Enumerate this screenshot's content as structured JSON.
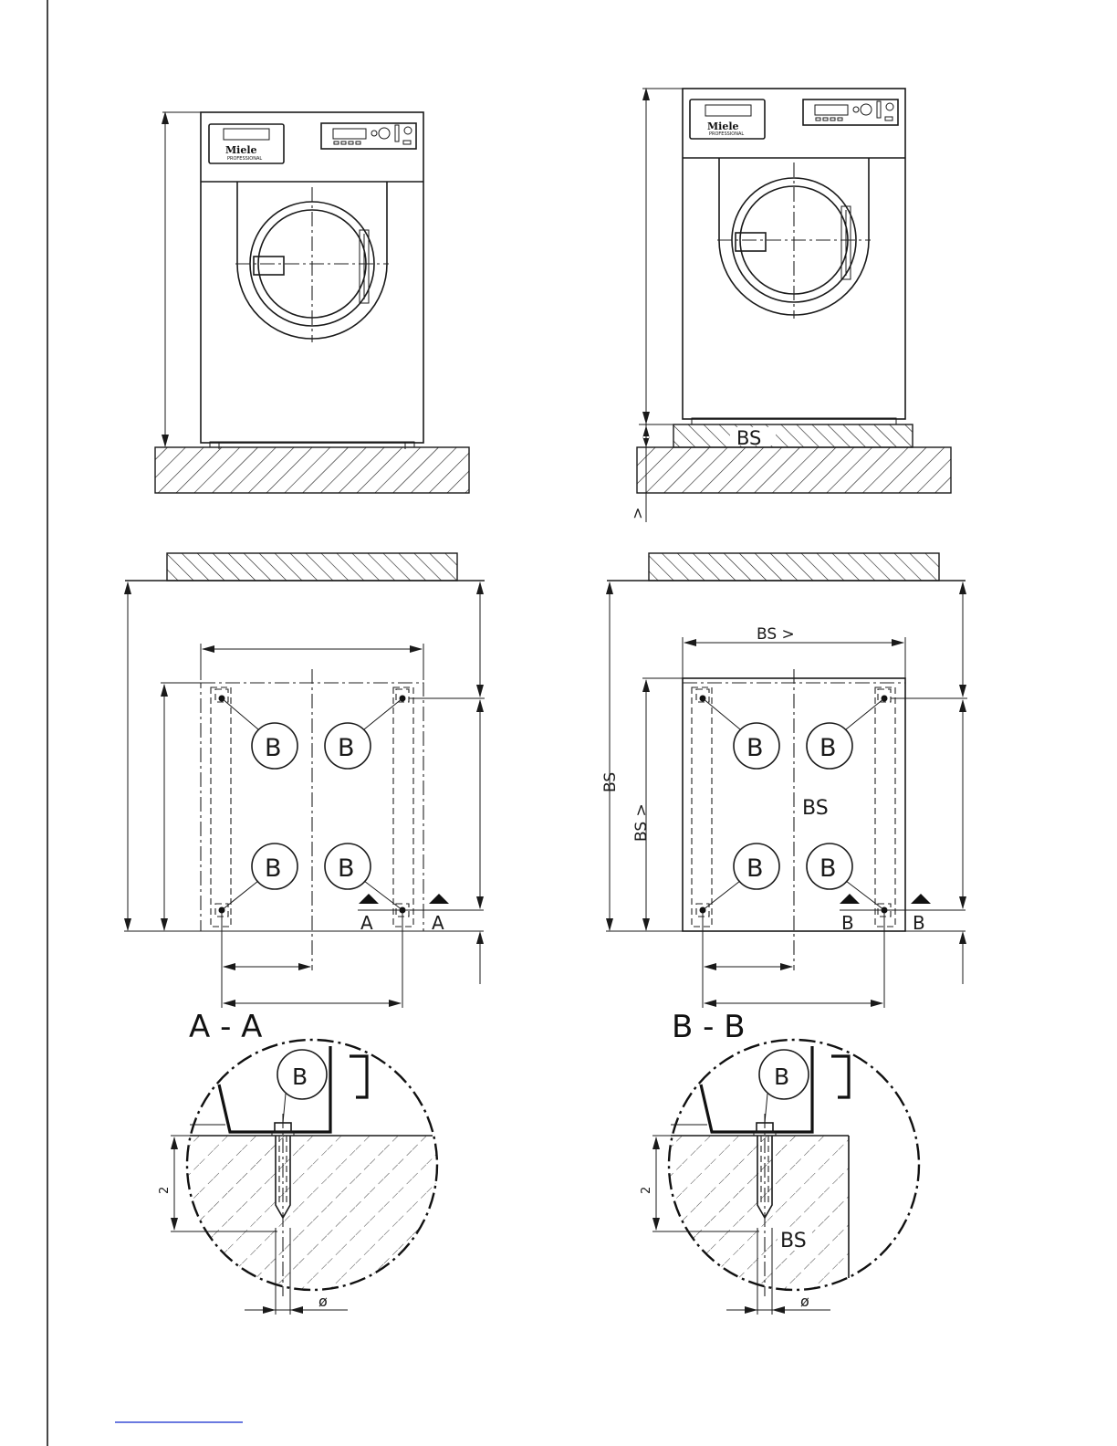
{
  "labels": {
    "base": "BS",
    "base_min": "BS >",
    "anchor": "B",
    "section_a_marker": "A",
    "section_b_marker": "B",
    "diameter": "ø",
    "depth": "2",
    "greater": ">"
  },
  "sections": {
    "a_title": "A - A",
    "b_title": "B - B"
  },
  "machine": {
    "brand": "Miele",
    "sub": "PROFESSIONAL"
  },
  "colors": {
    "line": "#1a1a1a",
    "footer_line": "#3a4fd6"
  }
}
